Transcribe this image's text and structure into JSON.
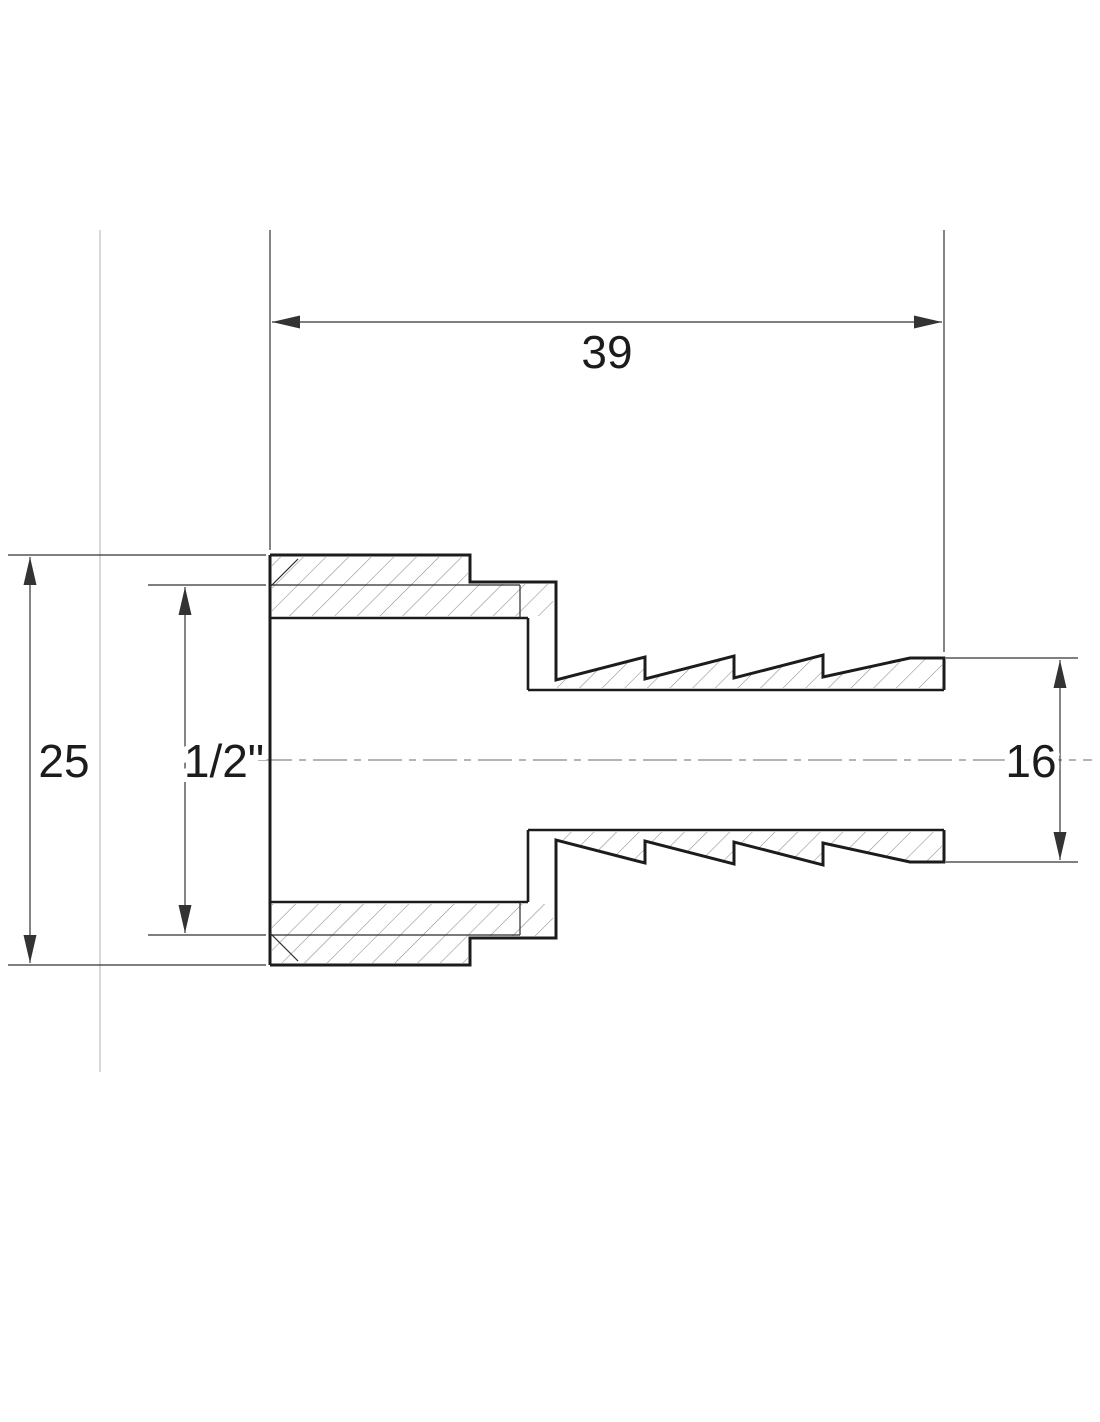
{
  "drawing": {
    "kind": "technical-section-drawing",
    "part": "threaded-hose-barb-adapter"
  },
  "dimensions": {
    "overall_length": "39",
    "body_height": "25",
    "thread_size": "1/2\"",
    "barb_diameter": "16"
  },
  "colors": {
    "outline": "#1c1c1c",
    "dimension_lines": "#333333",
    "hatch": "#8a8a8a",
    "centerline": "#9b9b9b",
    "projection_line": "#cccccc",
    "background": "#ffffff"
  }
}
